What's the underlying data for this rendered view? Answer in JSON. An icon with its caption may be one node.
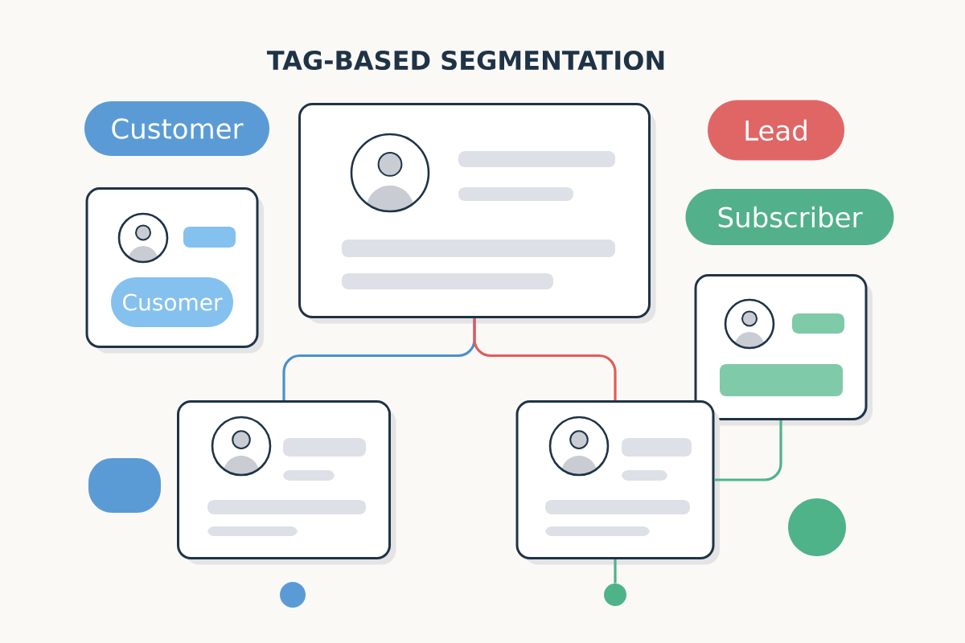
{
  "diagram": {
    "title": "TAG-BASED SEGMENTATION",
    "nodes": [
      {
        "text": [
          "Customer"
        ]
      },
      {
        "text": [],
        "shape": "box"
      },
      {
        "text": [
          "Lead"
        ]
      },
      {
        "text": [
          "Subscriber"
        ]
      },
      {
        "text": [],
        "shape": "box"
      },
      {
        "text": [
          "Cusomer"
        ],
        "in": 4
      },
      {
        "text": [],
        "shape": "box"
      },
      {
        "text": [],
        "shape": "box"
      },
      {
        "text": [],
        "shape": "box"
      },
      {
        "text": [],
        "shape": "circle"
      },
      {
        "text": [],
        "shape": "box"
      }
    ],
    "edges": [
      {
        "from": 1,
        "to": 7,
        "arrow": "none",
        "color": "#4a8fd0"
      },
      {
        "from": 1,
        "to": 8,
        "arrow": "none",
        "color": "#e05c5c"
      },
      {
        "from": 6,
        "to": 8,
        "arrow": "none",
        "color": "#4fb38a"
      },
      {
        "from": 8,
        "to": 9,
        "arrow": "none",
        "color": "#4fb38a"
      }
    ]
  }
}
